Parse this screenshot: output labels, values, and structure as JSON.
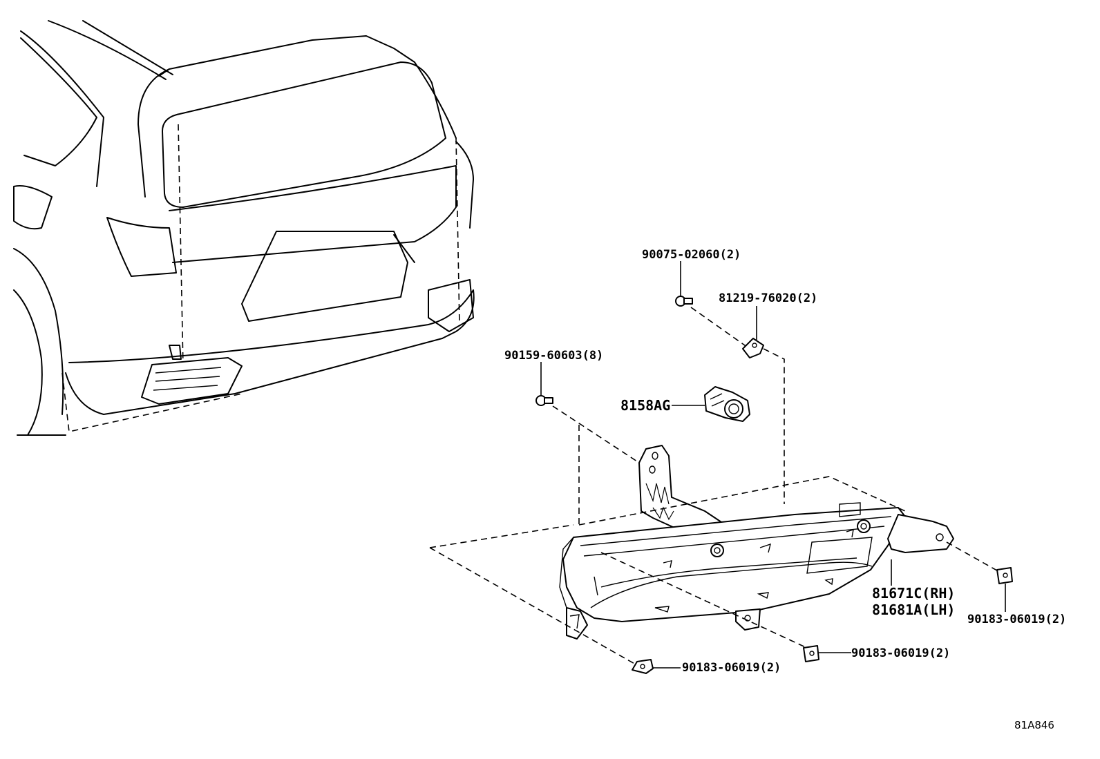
{
  "diagram": {
    "code": "81A846",
    "parts": {
      "screw_top": "90075-02060(2)",
      "clip": "81219-76020(2)",
      "screw_left": "90159-60603(8)",
      "socket": "8158AG",
      "lamp_rh": "81671C(RH)",
      "lamp_lh": "81681A(LH)",
      "nut_right": "90183-06019(2)",
      "nut_mid": "90183-06019(2)",
      "nut_bottom": "90183-06019(2)"
    }
  }
}
